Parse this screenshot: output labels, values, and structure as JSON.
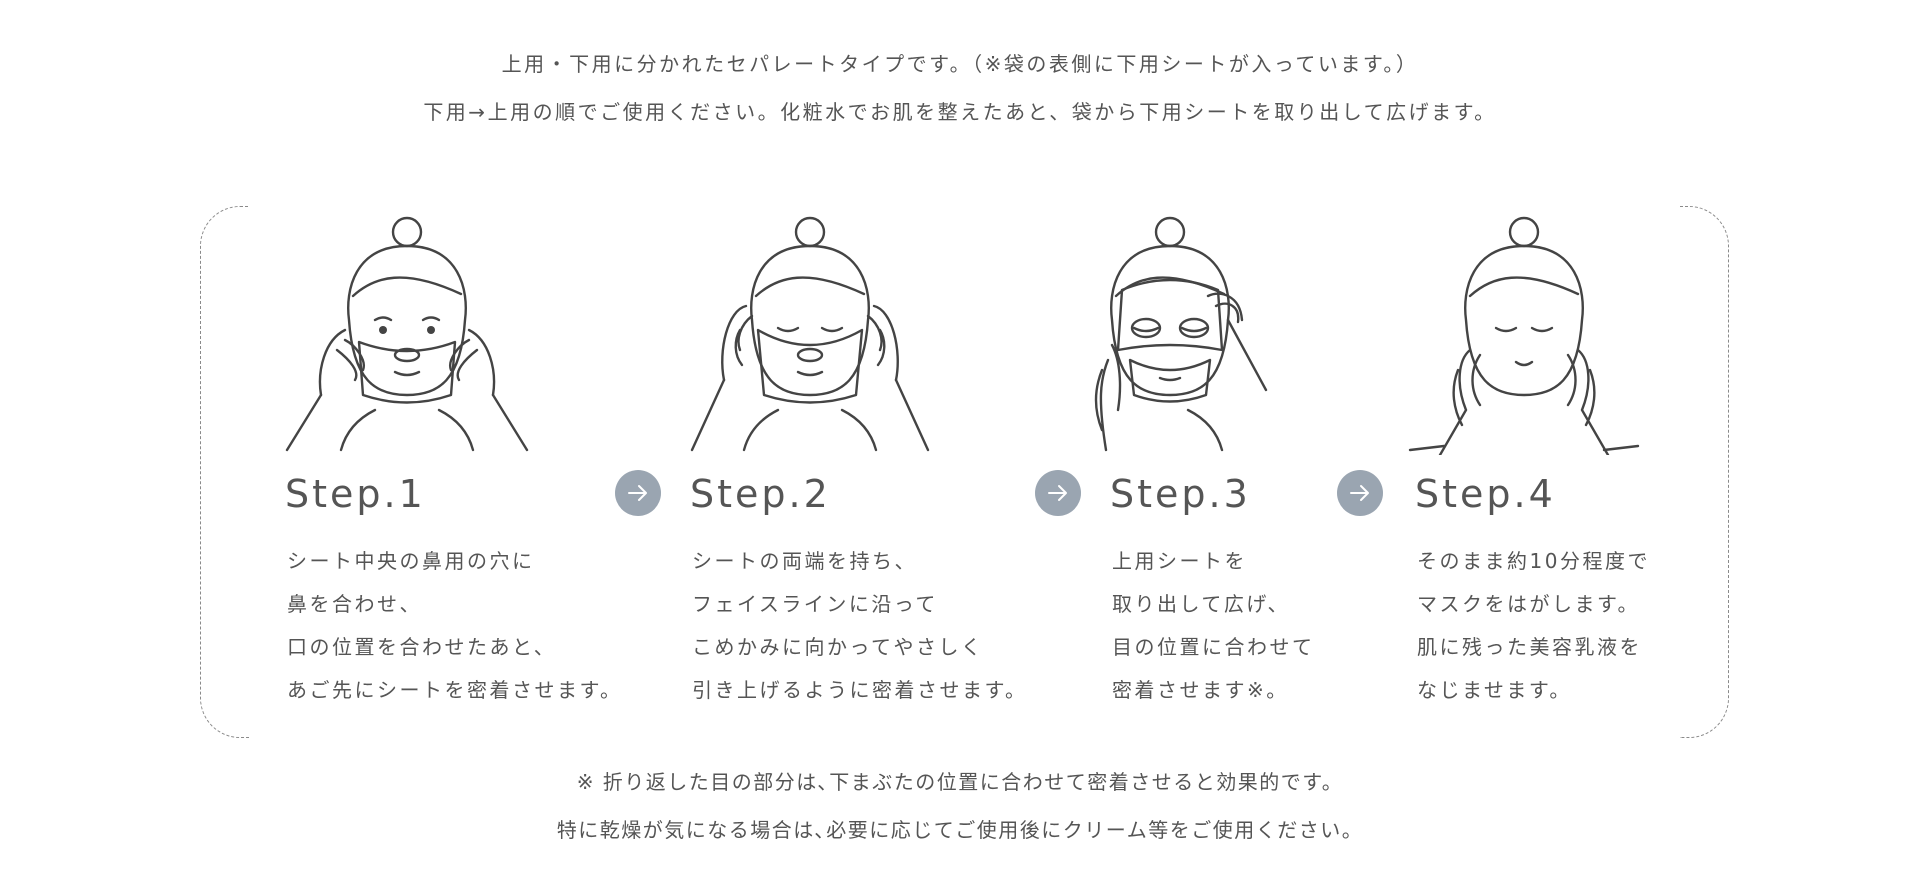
{
  "intro": {
    "line1": "上用・下用に分かれたセパレートタイプです。（※袋の表側に下用シートが入っています。）",
    "line2": "下用→上用の順でご使用ください。化粧水でお肌を整えたあと、袋から下用シートを取り出して広げます。"
  },
  "steps": [
    {
      "title": "Step.1",
      "lines": [
        "シート中央の鼻用の穴に",
        "鼻を合わせ、",
        "口の位置を合わせたあと、",
        "あご先にシートを密着させます。"
      ],
      "illustration": "face-with-lower-mask-icon"
    },
    {
      "title": "Step.2",
      "lines": [
        "シートの両端を持ち、",
        "フェイスラインに沿って",
        "こめかみに向かってやさしく",
        "引き上げるように密着させます。"
      ],
      "illustration": "face-pulling-mask-up-icon"
    },
    {
      "title": "Step.3",
      "lines": [
        "上用シートを",
        "取り出して広げ、",
        "目の位置に合わせて",
        "密着させます※。"
      ],
      "illustration": "face-with-upper-mask-icon"
    },
    {
      "title": "Step.4",
      "lines": [
        "そのまま約10分程度で",
        "マスクをはがします。",
        "肌に残った美容乳液を",
        "なじませます。"
      ],
      "illustration": "face-patting-skin-icon"
    }
  ],
  "notes": {
    "line1": "※ 折り返した目の部分は､下まぶたの位置に合わせて密着させると効果的です。",
    "line2": "特に乾燥が気になる場合は､必要に応じてご使用後にクリーム等をご使用ください。"
  },
  "colors": {
    "text": "#555555",
    "arrow_circle": "#9aa5b1",
    "frame": "#8a8a8a"
  }
}
